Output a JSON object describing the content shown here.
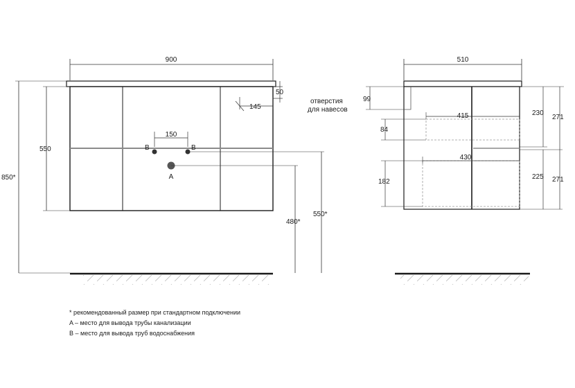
{
  "front_view": {
    "width_label": "900",
    "body_height_label": "550",
    "total_height_label": "850*",
    "top_thickness_label": "50",
    "hole_offset_label": "145",
    "pipe_spacing_label": "150",
    "marker_b_left": "B",
    "marker_b_right": "B",
    "marker_a": "A",
    "drain_height_label": "480*",
    "supply_height_label": "550*"
  },
  "side_view": {
    "depth_label": "510",
    "hanger_offset_label": "99",
    "hanger_note_line1": "отверстия",
    "hanger_note_line2": "для навесов",
    "upper_drawer_depth_label": "415",
    "lower_drawer_depth_label": "430",
    "upper_drawer_height_label": "84",
    "lower_drawer_height_label": "182",
    "upper_front_height_label": "230",
    "lower_front_height_label": "225",
    "upper_section_label": "271",
    "lower_section_label": "271"
  },
  "notes": {
    "line1": "* рекомендованный размер при стандартном подключении",
    "line2": "A – место для вывода трубы канализации",
    "line3": "B – место для вывода труб водоснабжения"
  }
}
